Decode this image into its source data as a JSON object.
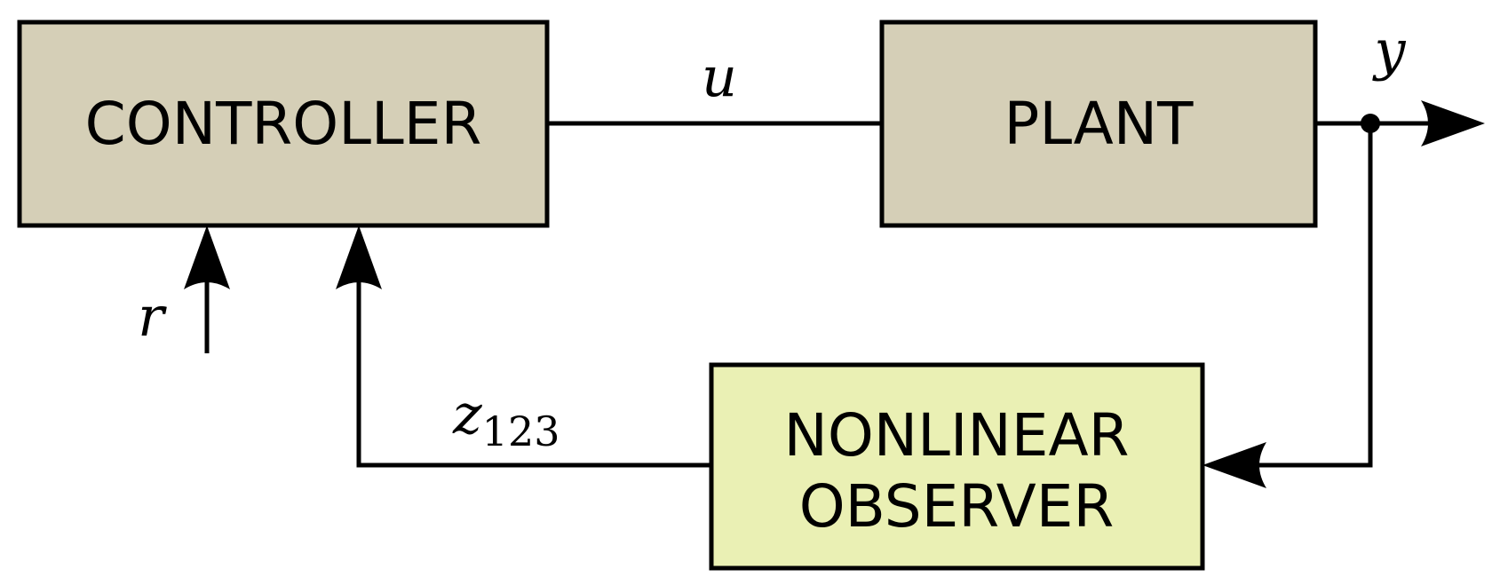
{
  "blocks": {
    "controller": {
      "label": "CONTROLLER",
      "fill": "#d5cfb7"
    },
    "plant": {
      "label": "PLANT",
      "fill": "#d5cfb7"
    },
    "observer": {
      "label_line1": "NONLINEAR",
      "label_line2": "OBSERVER",
      "fill": "#eaf0b4"
    }
  },
  "signals": {
    "u": "u",
    "y": "y",
    "r": "r",
    "z": {
      "symbol": "z",
      "subscript": "123"
    }
  }
}
